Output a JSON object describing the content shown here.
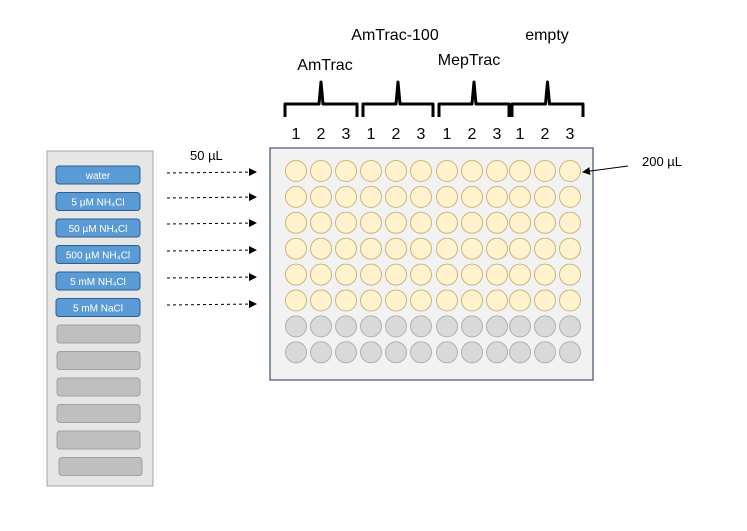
{
  "groups": [
    {
      "name": "AmTrac",
      "columns": [
        "1",
        "2",
        "3"
      ]
    },
    {
      "name": "AmTrac-100",
      "columns": [
        "1",
        "2",
        "3"
      ]
    },
    {
      "name": "MepTrac",
      "columns": [
        "1",
        "2",
        "3"
      ]
    },
    {
      "name": "empty",
      "columns": [
        "1",
        "2",
        "3"
      ]
    }
  ],
  "reagents": [
    {
      "label": "water",
      "filled": true
    },
    {
      "label": "5 µM NH₄Cl",
      "filled": true
    },
    {
      "label": "50 µM NH₄Cl",
      "filled": true
    },
    {
      "label": "500 µM NH₄Cl",
      "filled": true
    },
    {
      "label": "5 mM NH₄Cl",
      "filled": true
    },
    {
      "label": "5 mM NaCl",
      "filled": true
    },
    {
      "label": "",
      "filled": false
    },
    {
      "label": "",
      "filled": false
    },
    {
      "label": "",
      "filled": false
    },
    {
      "label": "",
      "filled": false
    },
    {
      "label": "",
      "filled": false
    },
    {
      "label": "",
      "filled": false
    }
  ],
  "plate": {
    "rows": 8,
    "columns": 12,
    "filled_rows": 6
  },
  "volumes": {
    "reagent_transfer": "50 µL",
    "well_volume": "200 µL"
  },
  "colors": {
    "reagent_fill": "#5b9bd5",
    "reagent_stroke": "#2e5f8a",
    "empty_slot_fill": "#bfbfbf",
    "empty_slot_stroke": "#a0a0a0",
    "rack_fill": "#e6e6e6",
    "rack_stroke": "#a6a6a6",
    "plate_fill": "#f2f2f2",
    "plate_stroke": "#44546a",
    "well_filled": "#fff2cc",
    "well_filled_stroke": "#c9b67a",
    "well_empty": "#d9d9d9",
    "well_empty_stroke": "#b0b0b0"
  }
}
